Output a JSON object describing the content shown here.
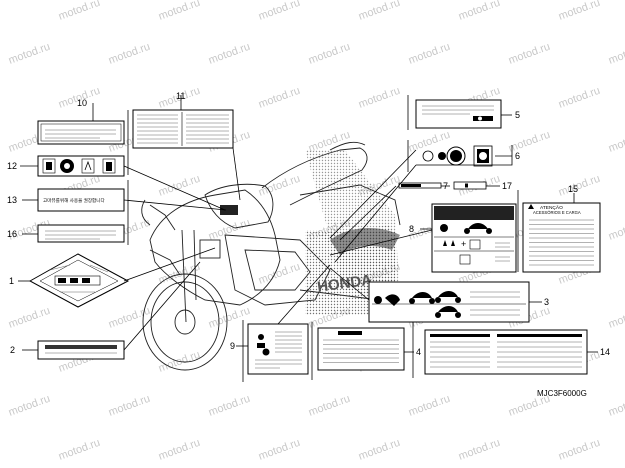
{
  "diagram": {
    "watermark_text": "motod.ru",
    "drawing_code": "MJC3F6000G",
    "brand_text": "HONDA",
    "callouts": [
      {
        "id": "c1",
        "number": "1"
      },
      {
        "id": "c2",
        "number": "2"
      },
      {
        "id": "c3",
        "number": "3"
      },
      {
        "id": "c4",
        "number": "4"
      },
      {
        "id": "c5",
        "number": "5"
      },
      {
        "id": "c6",
        "number": "6"
      },
      {
        "id": "c7",
        "number": "7"
      },
      {
        "id": "c8",
        "number": "8"
      },
      {
        "id": "c9",
        "number": "9"
      },
      {
        "id": "c10",
        "number": "10"
      },
      {
        "id": "c11",
        "number": "11"
      },
      {
        "id": "c12",
        "number": "12"
      },
      {
        "id": "c13",
        "number": "13"
      },
      {
        "id": "c14",
        "number": "14"
      },
      {
        "id": "c15",
        "number": "15"
      },
      {
        "id": "c16",
        "number": "16"
      },
      {
        "id": "c17",
        "number": "17"
      }
    ],
    "label_texts": {
      "korean_warning": "고마뷰를위해 사용을 권장합니다",
      "attention_title": "ATENÇÃO",
      "attention_subtitle": "ACESSÓRIOS E CARGA"
    }
  }
}
